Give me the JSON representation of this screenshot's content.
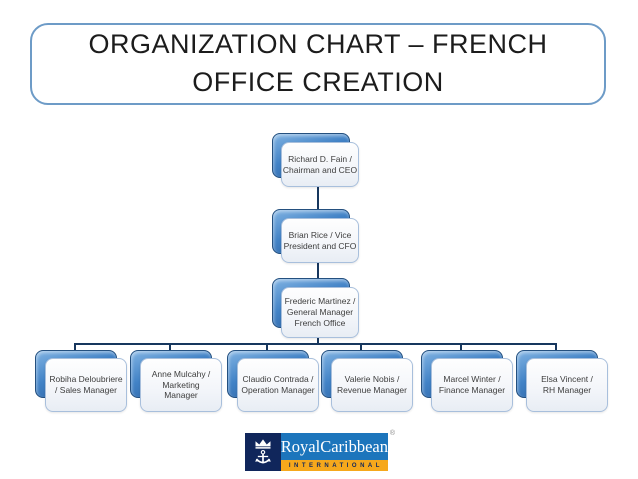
{
  "title": {
    "text": "ORGANIZATION CHART – FRENCH\nOFFICE CREATION"
  },
  "org_chart": {
    "ceo": {
      "label": "Richard D. Fain /\nChairman and CEO"
    },
    "cfo": {
      "label": "Brian Rice / Vice\nPresident and CFO"
    },
    "general_manager": {
      "label": "Frederic Martinez /\nGeneral Manager\nFrench Office"
    },
    "sales": {
      "label": "Robiha Deloubriere\n/ Sales Manager"
    },
    "marketing": {
      "label": "Anne Mulcahy /\nMarketing\nManager"
    },
    "operation": {
      "label": "Claudio Contrada /\nOperation Manager"
    },
    "revenue": {
      "label": "Valerie Nobis /\nRevenue Manager"
    },
    "finance": {
      "label": "Marcel Winter /\nFinance Manager"
    },
    "rh": {
      "label": "Elsa Vincent /\nRH Manager"
    }
  },
  "logo": {
    "brand": "RoyalCaribbean",
    "subtitle": "I N T E R N A T I O N A L",
    "subtitle_plain": "INTERNATIONAL",
    "registered_mark": "®",
    "colors": {
      "navy": "#10265B",
      "blue": "#1C75BC",
      "gold": "#F6A81C"
    }
  },
  "colors": {
    "background": "#FFFFFF",
    "title_border": "#6D9BC7",
    "title_text": "#1C1C1C",
    "connector": "#17375E",
    "node_back_gradient_top": "#7FB2E2",
    "node_back_gradient_bottom": "#2B5C9B",
    "node_front_border": "#A8BFDC",
    "node_text": "#3D3D3D"
  }
}
